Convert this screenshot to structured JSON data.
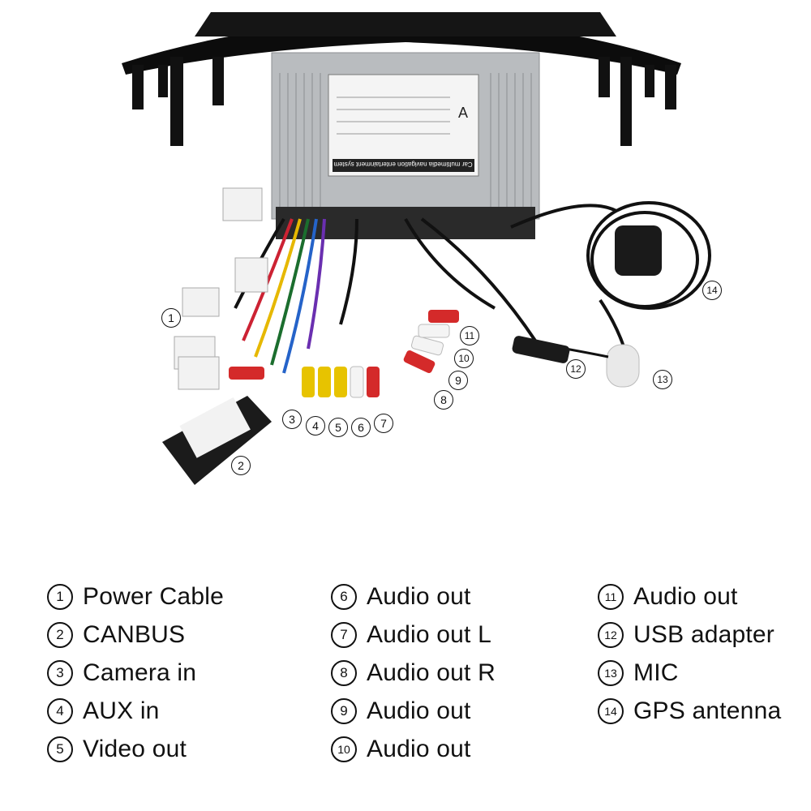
{
  "photo": {
    "unit_label_top": "Car multimedia navigation entertainment system",
    "unit_letter": "A",
    "callouts": [
      {
        "n": "1"
      },
      {
        "n": "2"
      },
      {
        "n": "3"
      },
      {
        "n": "4"
      },
      {
        "n": "5"
      },
      {
        "n": "6"
      },
      {
        "n": "7"
      },
      {
        "n": "8"
      },
      {
        "n": "9"
      },
      {
        "n": "10"
      },
      {
        "n": "11"
      },
      {
        "n": "12"
      },
      {
        "n": "13"
      },
      {
        "n": "14"
      }
    ]
  },
  "legend": {
    "columns": [
      [
        {
          "n": "1",
          "label": "Power Cable"
        },
        {
          "n": "2",
          "label": "CANBUS"
        },
        {
          "n": "3",
          "label": "Camera in"
        },
        {
          "n": "4",
          "label": "AUX in"
        },
        {
          "n": "5",
          "label": "Video out"
        }
      ],
      [
        {
          "n": "6",
          "label": "Audio out"
        },
        {
          "n": "7",
          "label": "Audio out L"
        },
        {
          "n": "8",
          "label": "Audio out R"
        },
        {
          "n": "9",
          "label": "Audio out"
        },
        {
          "n": "10",
          "label": "Audio out"
        }
      ],
      [
        {
          "n": "11",
          "label": "Audio out"
        },
        {
          "n": "12",
          "label": "USB adapter"
        },
        {
          "n": "13",
          "label": "MIC"
        },
        {
          "n": "14",
          "label": "GPS antenna"
        }
      ]
    ]
  }
}
